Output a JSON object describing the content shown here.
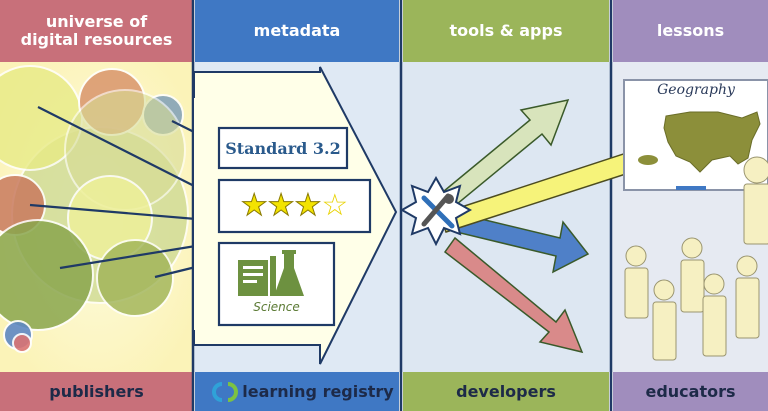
{
  "columns": [
    {
      "header": "universe of digital resources",
      "header_lines": [
        "universe of",
        "digital resources"
      ],
      "footer": "publishers",
      "header_color": "#c8707a",
      "footer_color": "#c8707a"
    },
    {
      "header": "metadata",
      "footer": "learning registry",
      "header_color": "#3f78c4",
      "footer_color": "#3f78c4"
    },
    {
      "header": "tools & apps",
      "footer": "developers",
      "header_color": "#9bb55a",
      "footer_color": "#9bb55a"
    },
    {
      "header": "lessons",
      "footer": "educators",
      "header_color": "#a08dbd",
      "footer_color": "#a08dbd"
    }
  ],
  "metadata_cards": {
    "standard": "Standard 3.2",
    "rating": {
      "stars": [
        "★",
        "★",
        "★",
        "☆"
      ],
      "value": 3,
      "max": 4
    },
    "subject": "Science"
  },
  "lesson_board": {
    "title": "Geography"
  },
  "icons": [
    "registry-logo-icon",
    "tools-icon",
    "science-icon",
    "us-map-icon",
    "students-icon"
  ],
  "colors": {
    "publishers": "#c8707a",
    "metadata": "#3f78c4",
    "tools": "#9bb55a",
    "lessons": "#a08dbd",
    "card_border": "#1f3a66",
    "card_text": "#2a5a8c",
    "star": "#f3e300",
    "map": "#8c8f3a"
  }
}
